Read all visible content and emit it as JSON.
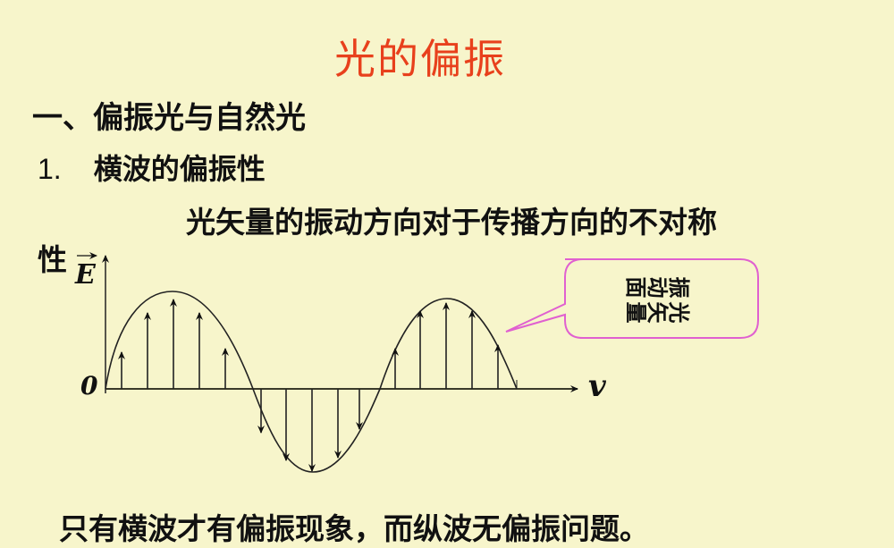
{
  "slide": {
    "title": "光的偏振",
    "section_heading": "一、偏振光与自然光",
    "subsection": {
      "number": "1.",
      "label": "横波的偏振性"
    },
    "statement_line1": "光矢量的振动方向对于传播方向的不对称",
    "statement_line2": "性",
    "conclusion": "只有横波才有偏振现象，而纵波无偏振问题。",
    "colors": {
      "background": "#f7f5cb",
      "title": "#e8401c",
      "callout_border": "#e060d0",
      "text": "#111111"
    }
  },
  "diagram": {
    "y_axis_label": "E",
    "origin_label": "0",
    "x_axis_label": "v",
    "callout": {
      "line1": "光矢量",
      "line2": "振动面"
    }
  }
}
